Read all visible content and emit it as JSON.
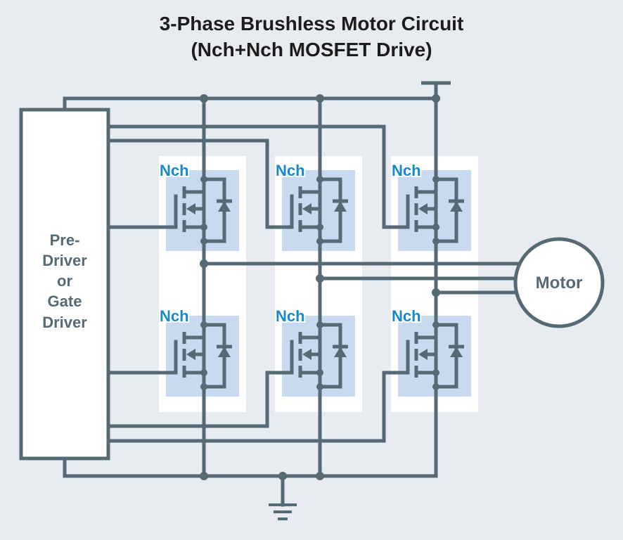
{
  "title": {
    "line1": "3-Phase Brushless Motor Circuit",
    "line2": "(Nch+Nch MOSFET Drive)"
  },
  "driver": {
    "lines": [
      "Pre-",
      "Driver",
      "or",
      "Gate",
      "Driver"
    ]
  },
  "motor": {
    "label": "Motor"
  },
  "mosfets": [
    {
      "id": "phase-u-high",
      "label": "Nch"
    },
    {
      "id": "phase-v-high",
      "label": "Nch"
    },
    {
      "id": "phase-w-high",
      "label": "Nch"
    },
    {
      "id": "phase-u-low",
      "label": "Nch"
    },
    {
      "id": "phase-v-low",
      "label": "Nch"
    },
    {
      "id": "phase-w-low",
      "label": "Nch"
    }
  ],
  "symbols": {
    "supply": "power-supply-icon",
    "ground": "ground-icon"
  },
  "colors": {
    "background": "#e8ecf1",
    "wire": "#566a76",
    "nch_label": "#1689c9",
    "mosfet_highlight": "#c9daf0",
    "column_panel": "#ffffff"
  }
}
